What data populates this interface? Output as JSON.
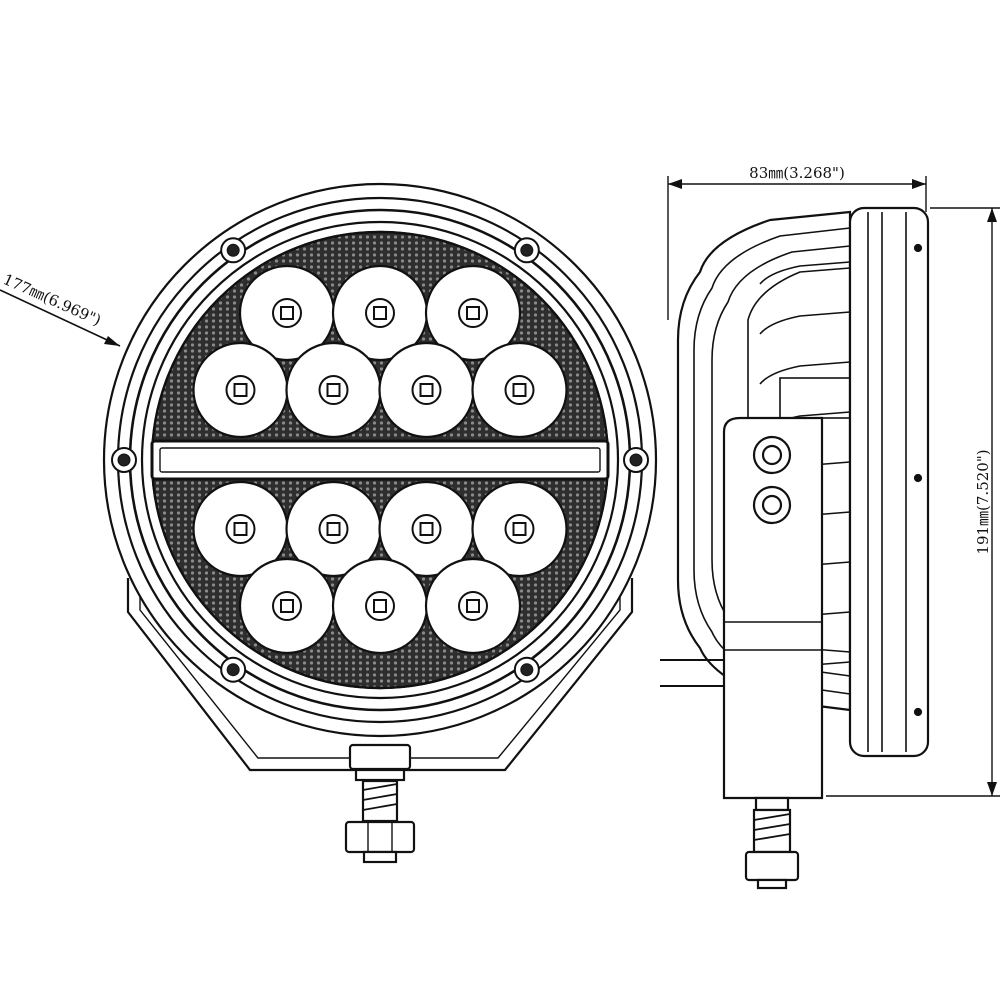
{
  "dimensions": {
    "diameter": "177㎜(6.969\")",
    "depth": "83㎜(3.268\")",
    "height": "191㎜(7.520\")"
  },
  "front_view": {
    "led_rows": [
      3,
      4,
      4,
      3
    ],
    "bezel_screw_count": 6
  },
  "colors": {
    "line": "#111111",
    "mesh": "#3a3a3a",
    "background": "#ffffff"
  }
}
